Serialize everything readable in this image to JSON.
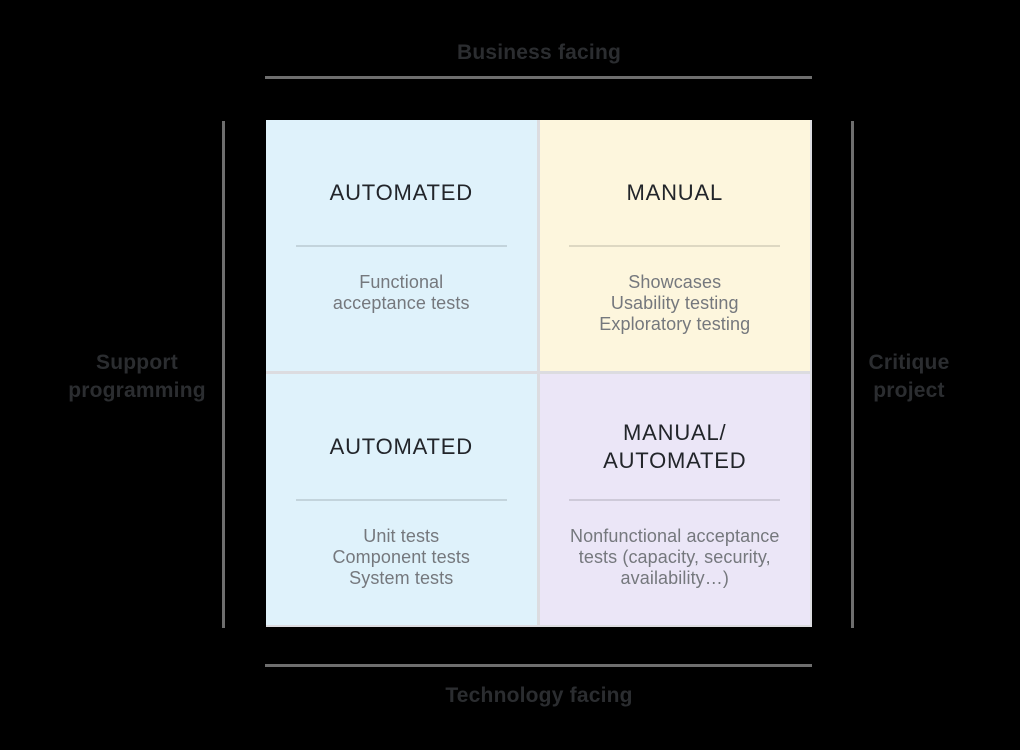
{
  "axes": {
    "top_label": "Business facing",
    "bottom_label": "Technology facing",
    "left_label_lines": [
      "Support",
      "programming"
    ],
    "right_label_lines": [
      "Critique",
      "project"
    ]
  },
  "quadrants": {
    "top_left": {
      "title_lines": [
        "AUTOMATED"
      ],
      "items": [
        "Functional",
        "acceptance tests"
      ],
      "bg": "#dff2fb"
    },
    "top_right": {
      "title_lines": [
        "MANUAL"
      ],
      "items": [
        "Showcases",
        "Usability testing",
        "Exploratory testing"
      ],
      "bg": "#fdf6dd"
    },
    "bottom_left": {
      "title_lines": [
        "AUTOMATED"
      ],
      "items": [
        "Unit tests",
        "Component tests",
        "System tests"
      ],
      "bg": "#dff2fb"
    },
    "bottom_right": {
      "title_lines": [
        "MANUAL/",
        "AUTOMATED"
      ],
      "items": [
        "Nonfunctional acceptance",
        "tests (capacity, security,",
        "availability…)"
      ],
      "bg": "#ebe6f7"
    }
  },
  "colors": {
    "background": "#000000",
    "axis_line": "#6e6e6e",
    "axis_label_text": "#2b2d30",
    "grid_gutter": "#dcdce0",
    "quadrant_title_text": "#22252a",
    "quadrant_body_text": "#75787d"
  }
}
